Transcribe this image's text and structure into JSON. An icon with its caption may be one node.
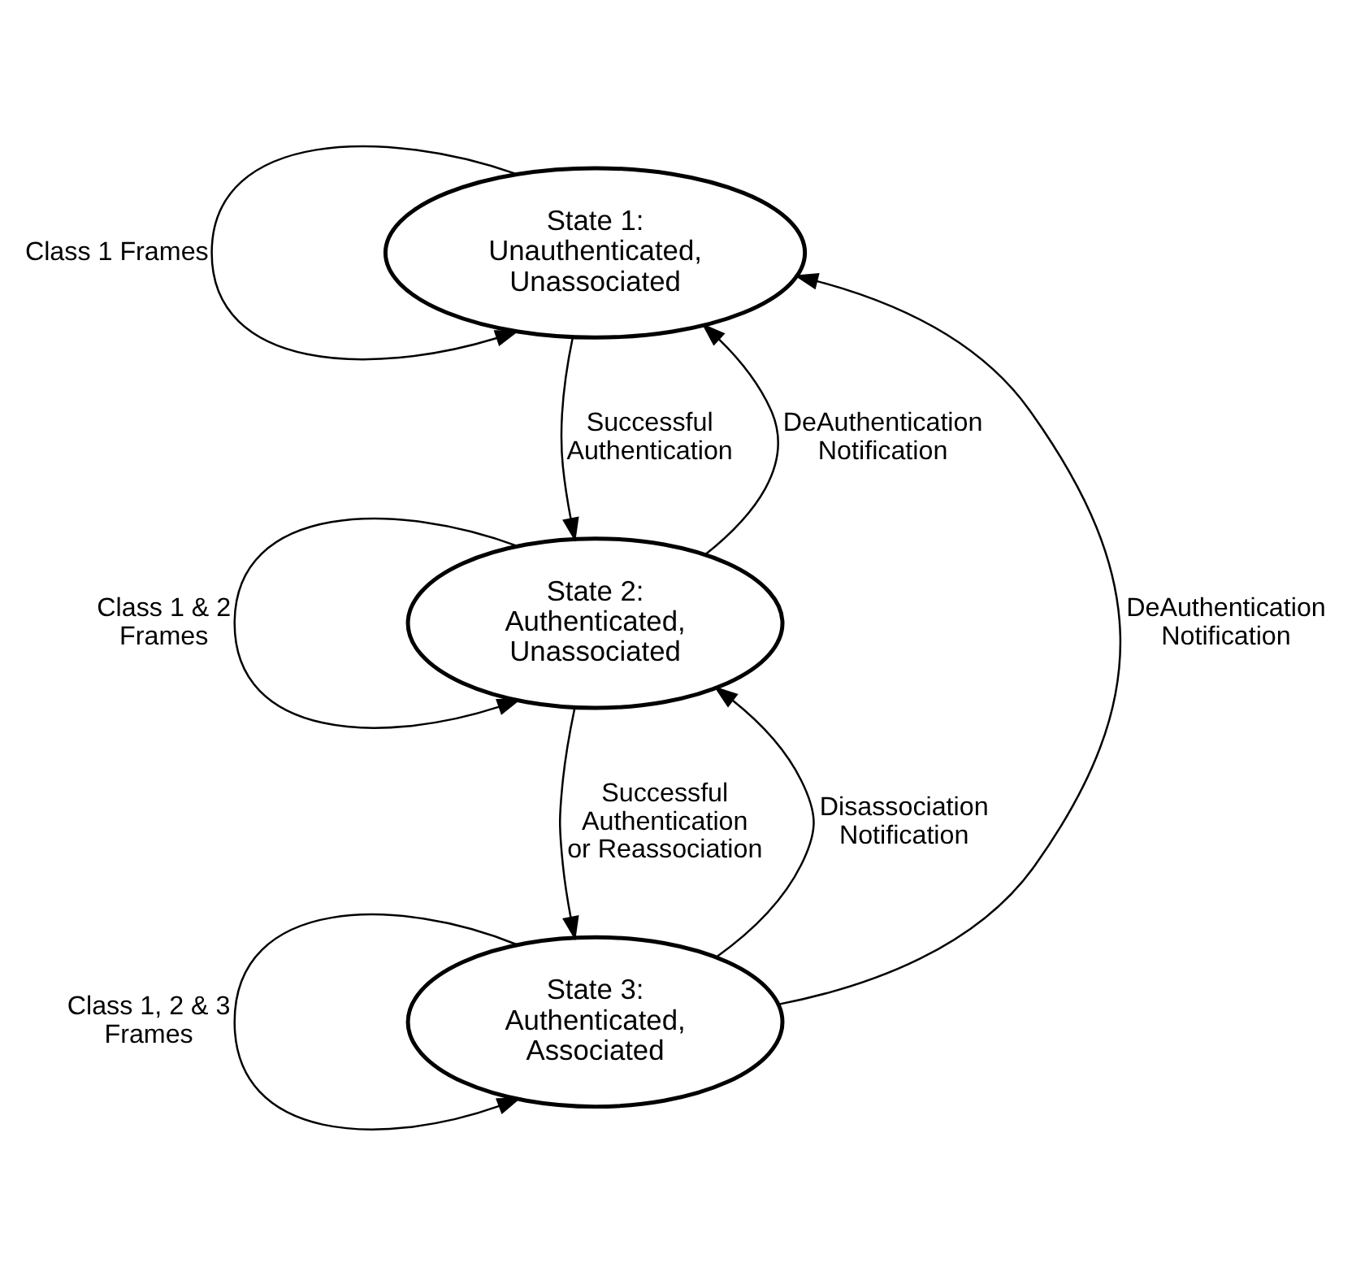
{
  "diagram": {
    "nodes": [
      {
        "text": [
          "State 1: Unauthenticated, Unassociated"
        ]
      },
      {
        "text": [
          "State 2: Authenticated, Unassociated"
        ]
      },
      {
        "text": [
          "State 3: Authenticated, Associated"
        ]
      }
    ],
    "edges": [
      {
        "from": 0,
        "to": 0,
        "arrow": "to",
        "label": "Class 1 Frames"
      },
      {
        "from": 0,
        "to": 1,
        "arrow": "to",
        "label": "Successful Authentication"
      },
      {
        "from": 1,
        "to": 0,
        "arrow": "to",
        "label": "DeAuthentication Notification"
      },
      {
        "from": 1,
        "to": 1,
        "arrow": "to",
        "label": "Class 1 & 2 Frames"
      },
      {
        "from": 1,
        "to": 2,
        "arrow": "to",
        "label": "Successful Authentication or Reassociation"
      },
      {
        "from": 2,
        "to": 1,
        "arrow": "to",
        "label": "Disassociation Notification"
      },
      {
        "from": 2,
        "to": 2,
        "arrow": "to",
        "label": "Class 1, 2 & 3 Frames"
      },
      {
        "from": 2,
        "to": 0,
        "arrow": "to",
        "label": "DeAuthentication Notification"
      }
    ]
  }
}
